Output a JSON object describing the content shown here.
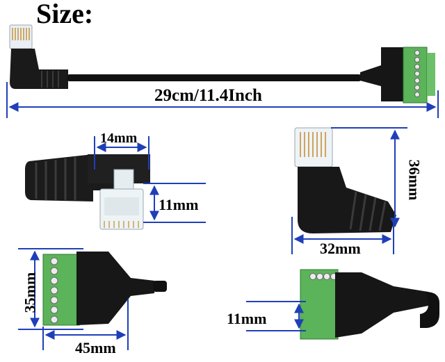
{
  "title": "Size:",
  "dimensions": {
    "length": "29cm/11.4Inch",
    "plug_width": "14mm",
    "plug_height": "11mm",
    "angled_height": "36mm",
    "angled_width": "32mm",
    "terminal_height": "35mm",
    "terminal_length": "45mm",
    "terminal_thickness": "11mm"
  },
  "colors": {
    "dimension_line": "#1f3fb8",
    "cable": "#111111",
    "terminal_block": "#5bb35a",
    "plug": "#e8eef2"
  }
}
